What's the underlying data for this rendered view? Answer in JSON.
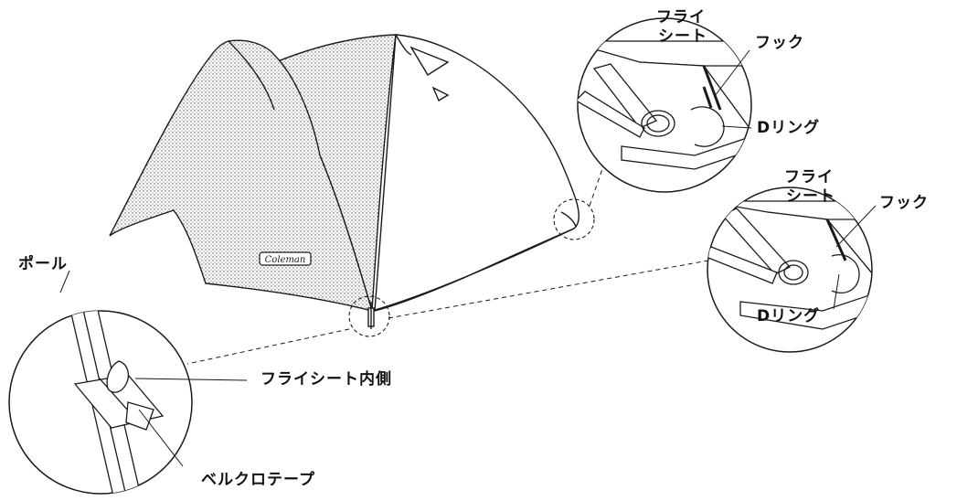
{
  "colors": {
    "ink": "#1a1a1a",
    "shade": "#c9c9c9",
    "paper": "#ffffff"
  },
  "tent": {
    "brand": "Coleman"
  },
  "labels": {
    "pole": "ポール",
    "fly_inner": "フライシート内側",
    "velcro": "ベルクロテープ",
    "fly_sheet_a1": "フライ",
    "fly_sheet_a2": "シート",
    "hook_a": "フック",
    "dring_a": "Dリング",
    "fly_sheet_b1": "フライ",
    "fly_sheet_b2": "シート",
    "hook_b": "フック",
    "dring_b": "Dリング"
  }
}
